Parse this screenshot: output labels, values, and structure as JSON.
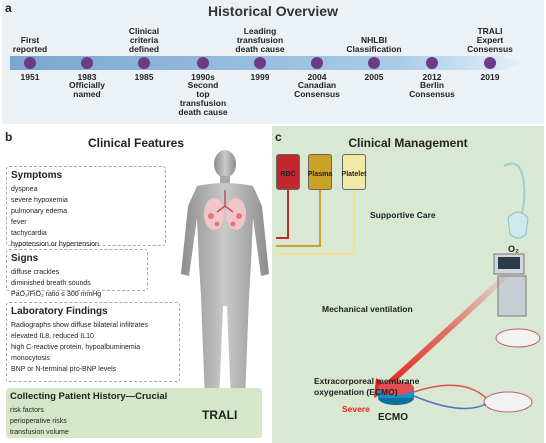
{
  "panel_a": {
    "letter": "a",
    "title": "Historical Overview",
    "events": [
      {
        "year": "1951",
        "label_above": "First\nreported",
        "label_below": ""
      },
      {
        "year": "1983",
        "label_above": "",
        "label_below": "Officially\nnamed"
      },
      {
        "year": "1985",
        "label_above": "Clinical\ncriteria\ndefined",
        "label_below": ""
      },
      {
        "year": "1990s",
        "label_above": "",
        "label_below": "Second\ntop\ntransfusion\ndeath cause"
      },
      {
        "year": "1999",
        "label_above": "Leading\ntransfusion\ndeath cause",
        "label_below": ""
      },
      {
        "year": "2004",
        "label_above": "",
        "label_below": "Canadian\nConsensus"
      },
      {
        "year": "2005",
        "label_above": "NHLBI\nClassification",
        "label_below": ""
      },
      {
        "year": "2012",
        "label_above": "",
        "label_below": "Berlin\nConsensus"
      },
      {
        "year": "2019",
        "label_above": "TRALI\nExpert\nConsensus",
        "label_below": ""
      }
    ]
  },
  "panel_b": {
    "letter": "b",
    "title": "Clinical Features",
    "symptoms": {
      "title": "Symptoms",
      "items": [
        "dyspnea",
        "severe hypoxemia",
        "pulmonary edema",
        "fever",
        "tachycardia",
        "hypotension or hypertension"
      ]
    },
    "signs": {
      "title": "Signs",
      "items": [
        "diffuse crackles",
        "diminished breath sounds",
        "PaO₂/FiO₂ ratio ≤ 300 mmHg"
      ]
    },
    "lab": {
      "title": "Laboratory Findings",
      "items": [
        "Radiographs show diffuse bilateral infiltrates",
        "elevated IL8, reduced IL10",
        "high C-reactive protein, hypoalbuminemia",
        "monocytosis",
        "BNP or N-terminal pro-BNP levels"
      ]
    },
    "history": {
      "title": "Collecting Patient History—Crucial",
      "items": [
        "risk factors",
        "perioperative risks",
        "transfusion volume"
      ]
    },
    "trali_label": "TRALI"
  },
  "panel_c": {
    "letter": "c",
    "title": "Clinical Management",
    "bags": [
      {
        "label": "RBC",
        "color": "#c0282d"
      },
      {
        "label": "Plasma",
        "color": "#c9a227"
      },
      {
        "label": "Platelet",
        "color": "#f4eaa8"
      }
    ],
    "supportive_care": "Supportive Care",
    "o2_label": "O₂",
    "mechanical_ventilation": "Mechanical ventilation",
    "ecmo_text": "Extracorporeal membrane\noxygenation (ECMO)",
    "severe": "Severe",
    "ecmo_label": "ECMO"
  },
  "colors": {
    "node": "#6c3a87",
    "arrow": "#e52421",
    "panel_a_bg": "#ecf1f5",
    "panel_c_bg": "#d8e8d2",
    "history_bg": "#d5e6c9"
  }
}
